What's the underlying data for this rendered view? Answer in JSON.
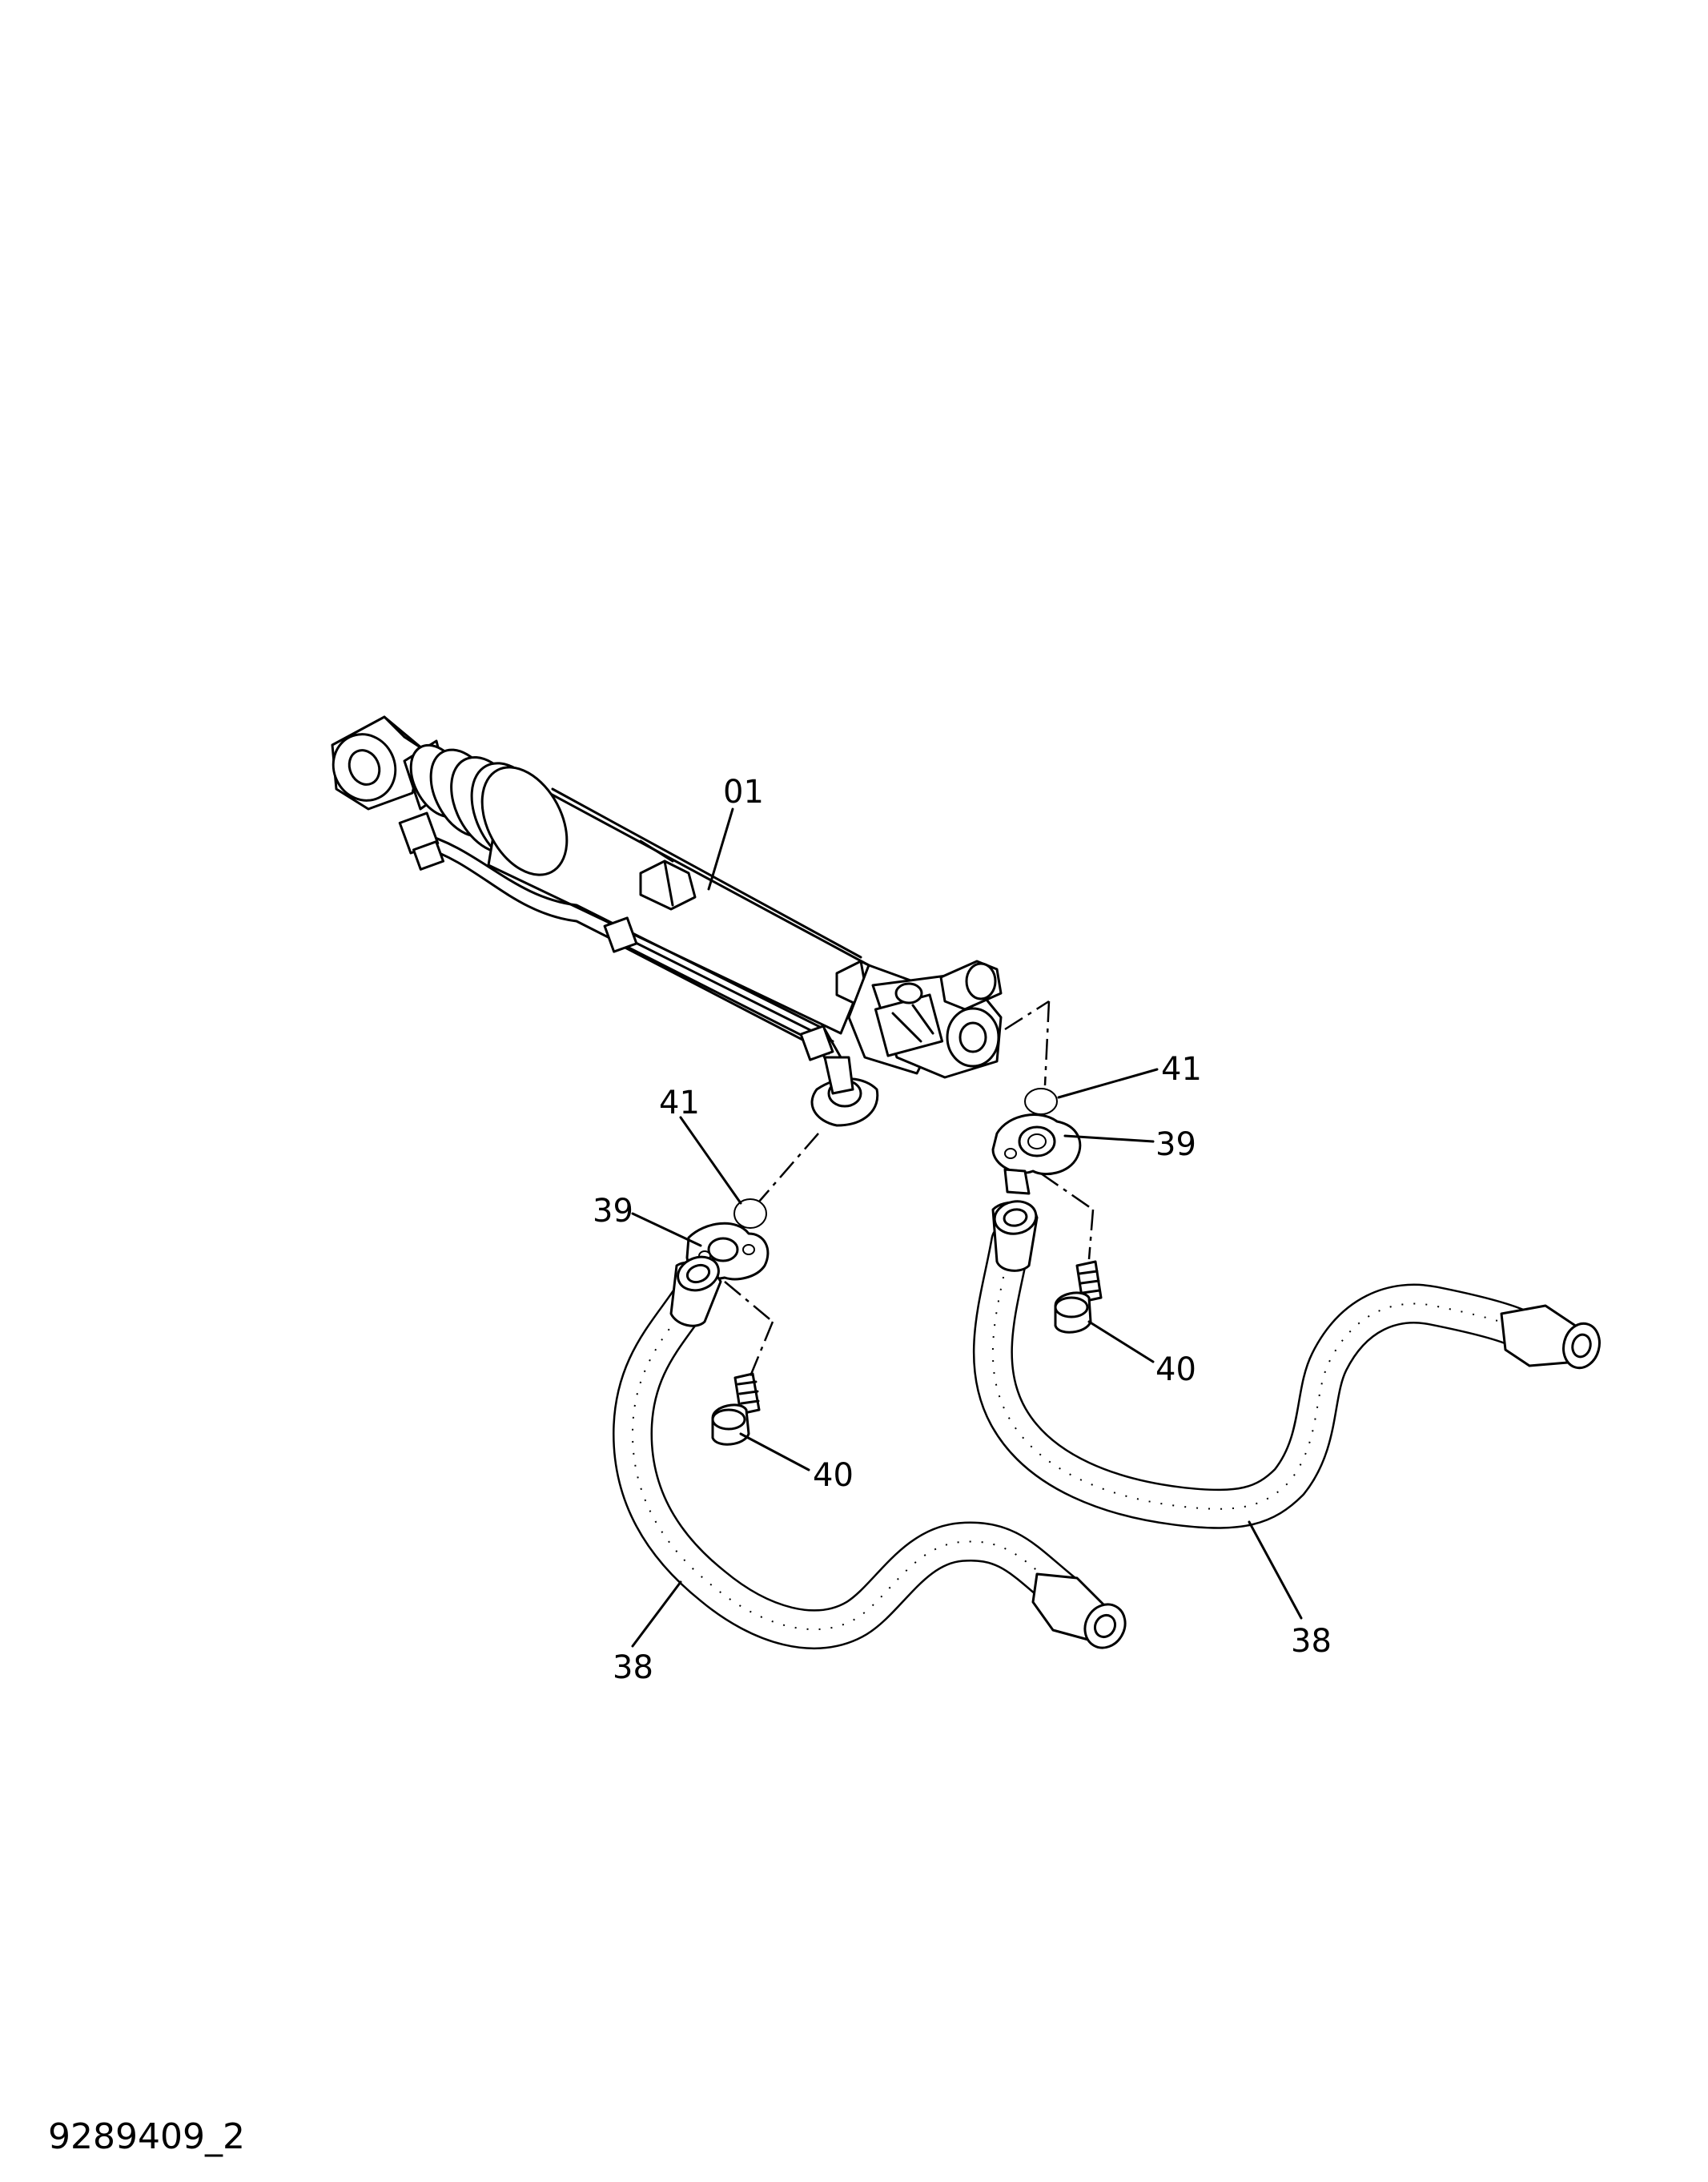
{
  "diagram": {
    "drawing_id": "9289409_2",
    "callouts": {
      "cylinder": "01",
      "hose_left": "38",
      "hose_right": "38",
      "flange_left": "39",
      "flange_right": "39",
      "bolt_left": "40",
      "bolt_right": "40",
      "oring_left": "41",
      "oring_right": "41"
    }
  }
}
